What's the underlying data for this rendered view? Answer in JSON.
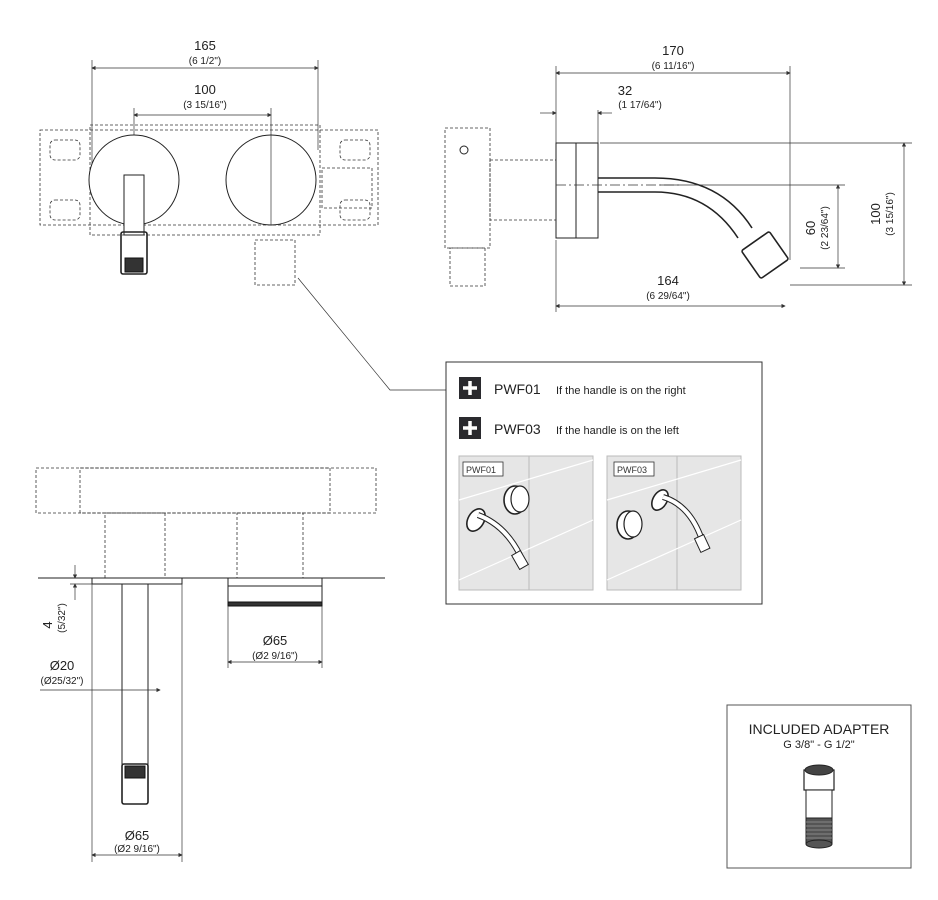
{
  "front_view": {
    "width_total": {
      "mm": "165",
      "inch": "(6 1/2\")"
    },
    "center_distance": {
      "mm": "100",
      "inch": "(3 15/16\")"
    }
  },
  "side_view": {
    "depth_total": {
      "mm": "170",
      "inch": "(6 11/16\")"
    },
    "plate_thickness": {
      "mm": "32",
      "inch": "(1 17/64\")"
    },
    "spout_reach": {
      "mm": "164",
      "inch": "(6 29/64\")"
    },
    "height_total": {
      "mm": "100",
      "inch": "(3 15/16\")"
    },
    "outlet_drop": {
      "mm": "60",
      "inch": "(2 23/64\")"
    }
  },
  "bottom_view": {
    "wall_gap": {
      "mm": "4",
      "inch": "(5/32\")"
    },
    "spout_diameter": {
      "mm": "Ø20",
      "inch": "(Ø25/32\")"
    },
    "handle_diameter": {
      "mm": "Ø65",
      "inch": "(Ø2 9/16\")"
    },
    "plate_diameter": {
      "mm": "Ø65",
      "inch": "(Ø2 9/16\")"
    }
  },
  "options_box": {
    "options": [
      {
        "icon": "plus-icon",
        "code": "PWF01",
        "description": "If the handle is on the right"
      },
      {
        "icon": "plus-icon",
        "code": "PWF03",
        "description": "If the handle is on the left"
      }
    ],
    "previews": [
      {
        "tag": "PWF01"
      },
      {
        "tag": "PWF03"
      }
    ]
  },
  "adapter_box": {
    "title": "INCLUDED ADAPTER",
    "subtitle": "G 3/8\" - G 1/2\""
  },
  "colors": {
    "line": "#222222",
    "icon_bg": "#2a2a2e",
    "preview_bg": "#e6e6e6"
  }
}
